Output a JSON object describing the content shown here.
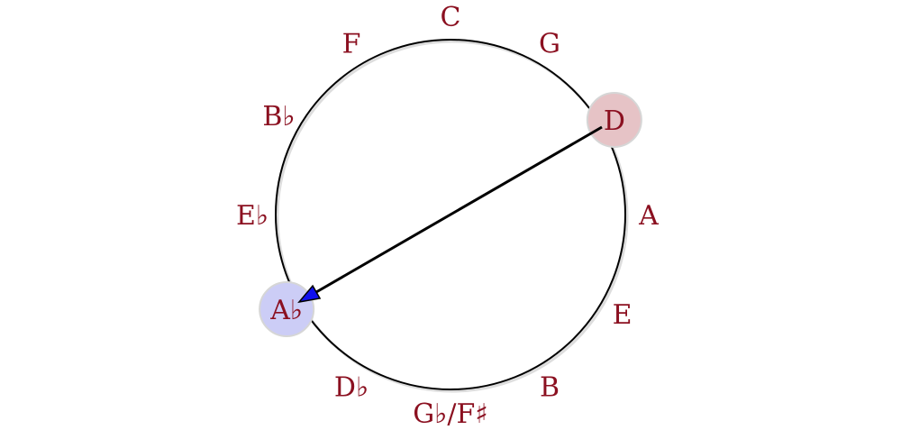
{
  "title": "Circle of fifths",
  "notes": [
    "C",
    "G",
    "D",
    "A",
    "E",
    "B",
    "G♭/F♯",
    "D♭",
    "A♭",
    "E♭",
    "B♭",
    "F"
  ],
  "from_note": "D",
  "to_note": "A♭",
  "colors": {
    "note_text": "#8b1020",
    "from_highlight": "#e6c3c6",
    "to_highlight": "#cccdf6",
    "arrow_head": "#1010ee",
    "circle": "#000000"
  }
}
